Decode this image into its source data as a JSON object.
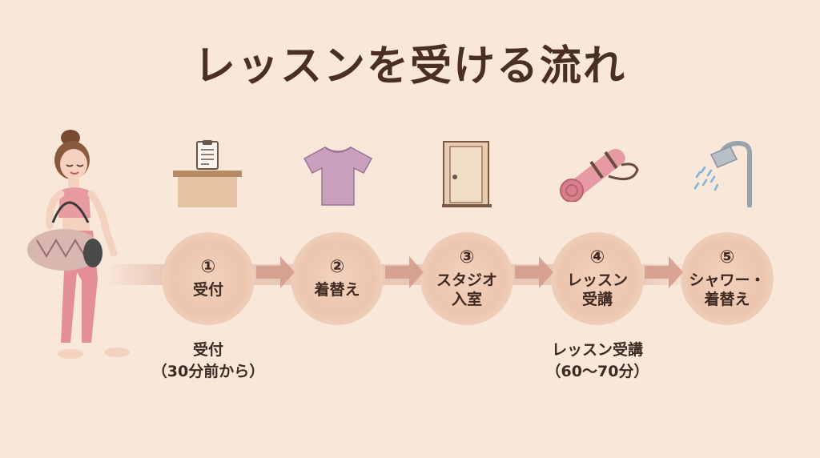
{
  "title": "レッスンを受ける流れ",
  "steps": [
    {
      "num": "①",
      "label": "受付"
    },
    {
      "num": "②",
      "label": "着替え"
    },
    {
      "num": "③",
      "label": "スタジオ\n入室"
    },
    {
      "num": "④",
      "label": "レッスン\n受講"
    },
    {
      "num": "⑤",
      "label": "シャワー・\n着替え"
    }
  ],
  "notes": [
    {
      "text": "受付\n（30分前から）"
    },
    {
      "text": "レッスン受講\n（60〜70分）"
    }
  ],
  "icons": [
    "person-with-bag-icon",
    "reception-desk-clipboard-icon",
    "t-shirt-icon",
    "door-icon",
    "yoga-mat-icon",
    "shower-icon"
  ],
  "colors": {
    "background": "#f9e8da",
    "circle": "#ecc5ad",
    "arrow": "#d49a88",
    "title": "#4b2f27"
  }
}
